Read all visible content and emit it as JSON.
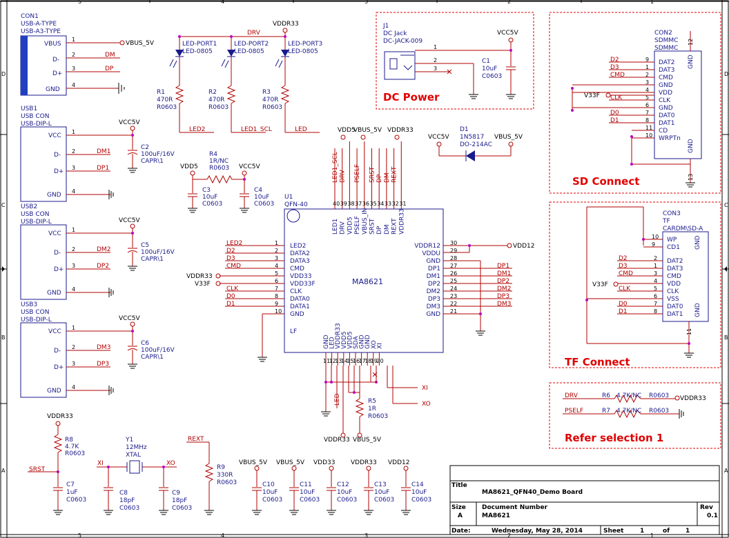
{
  "frame": {
    "cols": [
      "5",
      "4",
      "3",
      "2",
      "1"
    ],
    "rows": [
      "D",
      "C",
      "B",
      "A"
    ]
  },
  "con1": {
    "ref": "CON1",
    "type": "USB-A-TYPE",
    "fp": "USB-A3-TYPE",
    "pins": [
      {
        "n": "1",
        "name": "VBUS",
        "net": "VBUS_5V"
      },
      {
        "n": "2",
        "name": "D-",
        "net": "DM"
      },
      {
        "n": "3",
        "name": "D+",
        "net": "DP"
      },
      {
        "n": "4",
        "name": "GND",
        "net": ""
      }
    ]
  },
  "usb1": {
    "ref": "USB1",
    "type": "USB CON",
    "fp": "USB-DIP-L",
    "vcc": "VCC5V",
    "dm": "DM1",
    "dp": "DP1",
    "cap": {
      "ref": "C2",
      "val": "100uF/16V",
      "fp": "CAPR\\1"
    }
  },
  "usb2": {
    "ref": "USB2",
    "type": "USB CON",
    "fp": "USB-DIP-L",
    "vcc": "VCC5V",
    "dm": "DM2",
    "dp": "DP2",
    "cap": {
      "ref": "C5",
      "val": "100uF/16V",
      "fp": "CAPR\\1"
    }
  },
  "usb3": {
    "ref": "USB3",
    "type": "USB CON",
    "fp": "USB-DIP-L",
    "vcc": "VCC5V",
    "dm": "DM3",
    "dp": "DP3",
    "cap": {
      "ref": "C6",
      "val": "100uF/16V",
      "fp": "CAPR\\1"
    }
  },
  "usbpins": {
    "vcc": "VCC",
    "dm": "D-",
    "dp": "D+",
    "gnd": "GND",
    "n1": "1",
    "n2": "2",
    "n3": "3",
    "n4": "4"
  },
  "leds": {
    "drv": "DRV",
    "vddr": "VDDR33",
    "d1": {
      "ref": "LED-PORT1",
      "fp": "LED-0805"
    },
    "d2": {
      "ref": "LED-PORT2",
      "fp": "LED-0805"
    },
    "d3": {
      "ref": "LED-PORT3",
      "fp": "LED-0805"
    },
    "r1": {
      "ref": "R1",
      "val": "470R",
      "fp": "R0603",
      "net": "LED2"
    },
    "r2": {
      "ref": "R2",
      "val": "470R",
      "fp": "R0603",
      "net": "LED1_SCL"
    },
    "r3": {
      "ref": "R3",
      "val": "470R",
      "fp": "R0603",
      "net": "LED"
    }
  },
  "r4": {
    "ref": "R4",
    "val": "1R/NC",
    "fp": "R0603",
    "left": "VDD5",
    "right": "VCC5V",
    "c3": {
      "ref": "C3",
      "val": "10uF",
      "fp": "C0603"
    },
    "c4": {
      "ref": "C4",
      "val": "10uF",
      "fp": "C0603"
    }
  },
  "u1": {
    "ref": "U1",
    "pkg": "QFN-40",
    "name": "MA8621",
    "top": [
      {
        "n": "40",
        "p": "LED1",
        "net": "LED1_SCL"
      },
      {
        "n": "39",
        "p": "DRV",
        "net": "DRV"
      },
      {
        "n": "38",
        "p": "VDD5",
        "net": ""
      },
      {
        "n": "37",
        "p": "PSELF",
        "net": "PSELF"
      },
      {
        "n": "36",
        "p": "VBUS_IN",
        "net": ""
      },
      {
        "n": "35",
        "p": "SRST",
        "net": "SRST"
      },
      {
        "n": "34",
        "p": "DP",
        "net": "DP"
      },
      {
        "n": "33",
        "p": "DM",
        "net": "DM"
      },
      {
        "n": "32",
        "p": "REXT",
        "net": "REXT"
      },
      {
        "n": "31",
        "p": "VDDR33",
        "net": ""
      }
    ],
    "topnets": {
      "vdd5": "VDD5",
      "vbus": "VBUS_5V",
      "vddr": "VDDR33"
    },
    "left": [
      {
        "n": "1",
        "p": "LED2",
        "net": "LED2"
      },
      {
        "n": "2",
        "p": "DATA2",
        "net": "D2"
      },
      {
        "n": "3",
        "p": "DATA3",
        "net": "D3"
      },
      {
        "n": "4",
        "p": "CMD",
        "net": "CMD"
      },
      {
        "n": "5",
        "p": "VDD33",
        "net": "VDDR33"
      },
      {
        "n": "6",
        "p": "VDD33F",
        "net": "V33F"
      },
      {
        "n": "7",
        "p": "CLK",
        "net": "CLK"
      },
      {
        "n": "8",
        "p": "DATA0",
        "net": "D0"
      },
      {
        "n": "9",
        "p": "DATA1",
        "net": "D1"
      },
      {
        "n": "10",
        "p": "GND",
        "net": ""
      }
    ],
    "lf": "LF",
    "right": [
      {
        "n": "30",
        "p": "VDDR12",
        "net": "VDD12"
      },
      {
        "n": "29",
        "p": "VDDU",
        "net": ""
      },
      {
        "n": "28",
        "p": "GND",
        "net": ""
      },
      {
        "n": "27",
        "p": "DP1",
        "net": "DP1"
      },
      {
        "n": "26",
        "p": "DM1",
        "net": "DM1"
      },
      {
        "n": "25",
        "p": "DP2",
        "net": "DP2"
      },
      {
        "n": "24",
        "p": "DM2",
        "net": "DM2"
      },
      {
        "n": "23",
        "p": "DP3",
        "net": "DP3"
      },
      {
        "n": "22",
        "p": "DM3",
        "net": "DM3"
      },
      {
        "n": "21",
        "p": "GND",
        "net": ""
      }
    ],
    "bottom": [
      {
        "n": "11",
        "p": "GND"
      },
      {
        "n": "12",
        "p": "LED"
      },
      {
        "n": "13",
        "p": "VDDR33"
      },
      {
        "n": "14",
        "p": "VDD5"
      },
      {
        "n": "15",
        "p": "VDD5"
      },
      {
        "n": "16",
        "p": "SDA"
      },
      {
        "n": "17",
        "p": "GND"
      },
      {
        "n": "18",
        "p": "GND"
      },
      {
        "n": "19",
        "p": "XO"
      },
      {
        "n": "20",
        "p": "XI"
      }
    ],
    "botnets": {
      "led": "LED",
      "xi": "XI",
      "xo": "XO",
      "vddr": "VDDR33",
      "vbus": "VBUS_5V",
      "r5": {
        "ref": "R5",
        "val": "1R",
        "fp": "R0603"
      }
    }
  },
  "dc": {
    "title": "DC Power",
    "ref": "J1",
    "type": "DC Jack",
    "fp": "DC-JACK-009",
    "vcc": "VCC5V",
    "c1": {
      "ref": "C1",
      "val": "10uF",
      "fp": "C0603"
    },
    "p1": "1",
    "p2": "2",
    "p3": "3"
  },
  "d1": {
    "ref": "D1",
    "val": "1N5817",
    "fp": "DO-214AC",
    "left": "VCC5V",
    "right": "VBUS_5V"
  },
  "sd": {
    "title": "SD Connect",
    "ref": "CON2",
    "type": "SDMMC",
    "fp": "SDMMC",
    "v33f": "V33F",
    "pins": [
      {
        "n": "9",
        "p": "DAT2",
        "net": "D2"
      },
      {
        "n": "1",
        "p": "DAT3",
        "net": "D3"
      },
      {
        "n": "2",
        "p": "CMD",
        "net": "CMD"
      },
      {
        "n": "3",
        "p": "GND",
        "net": ""
      },
      {
        "n": "4",
        "p": "VDD",
        "net": ""
      },
      {
        "n": "5",
        "p": "CLK",
        "net": "CLK"
      },
      {
        "n": "6",
        "p": "GND",
        "net": ""
      },
      {
        "n": "7",
        "p": "DAT0",
        "net": "D0"
      },
      {
        "n": "8",
        "p": "DAT1",
        "net": "D1"
      },
      {
        "n": "11",
        "p": "CD",
        "net": ""
      },
      {
        "n": "10",
        "p": "WRPTn",
        "net": ""
      }
    ],
    "gnd1": "GND",
    "gnd2": "GND",
    "n12": "12",
    "n13": "13"
  },
  "tf": {
    "title": "TF Connect",
    "ref": "CON3",
    "type": "TF",
    "fp": "CARDM\\SD-A",
    "v33f": "V33F",
    "top": [
      {
        "n": "10",
        "p": "WP"
      },
      {
        "n": "9",
        "p": "CD1"
      }
    ],
    "pins": [
      {
        "n": "2",
        "p": "DAT2",
        "net": "D2"
      },
      {
        "n": "1",
        "p": "DAT3",
        "net": "D3"
      },
      {
        "n": "3",
        "p": "CMD",
        "net": "CMD"
      },
      {
        "n": "4",
        "p": "VDD",
        "net": ""
      },
      {
        "n": "5",
        "p": "CLK",
        "net": "CLK"
      },
      {
        "n": "6",
        "p": "VSS",
        "net": ""
      },
      {
        "n": "7",
        "p": "DAT0",
        "net": "D0"
      },
      {
        "n": "8",
        "p": "DAT1",
        "net": "D1"
      }
    ],
    "gnd1": "GND",
    "gnd2": "GND",
    "n11": "11"
  },
  "refsel": {
    "title": "Refer selection 1",
    "r6": {
      "ref": "R6",
      "val": "4.7K/NC",
      "fp": "R0603",
      "net": "DRV",
      "to": "VDDR33"
    },
    "r7": {
      "ref": "R7",
      "val": "4.7K/NC",
      "fp": "R0603",
      "net": "PSELF"
    }
  },
  "bottomleft": {
    "vddr": "VDDR33",
    "r8": {
      "ref": "R8",
      "val": "4.7K",
      "fp": "R0603"
    },
    "srst": "SRST",
    "c7": {
      "ref": "C7",
      "val": "1uF",
      "fp": "C0603"
    },
    "y1": {
      "ref": "Y1",
      "val": "12MHz",
      "fp": "XTAL"
    },
    "xi": "XI",
    "xo": "XO",
    "c8": {
      "ref": "C8",
      "val": "18pF",
      "fp": "C0603"
    },
    "c9": {
      "ref": "C9",
      "val": "18pF",
      "fp": "C0603"
    },
    "rext": "REXT",
    "r9": {
      "ref": "R9",
      "val": "330R",
      "fp": "R0603"
    }
  },
  "decaps": [
    {
      "net": "VBUS_5V",
      "ref": "C10",
      "val": "10uF",
      "fp": "C0603"
    },
    {
      "net": "VBUS_5V",
      "ref": "C11",
      "val": "10uF",
      "fp": "C0603"
    },
    {
      "net": "VDD33",
      "ref": "C12",
      "val": "10uF",
      "fp": "C0603"
    },
    {
      "net": "VDDR33",
      "ref": "C13",
      "val": "10uF",
      "fp": "C0603"
    },
    {
      "net": "VDD12",
      "ref": "C14",
      "val": "10uF",
      "fp": "C0603"
    }
  ],
  "titleblock": {
    "title_label": "Title",
    "title": "MA8621_QFN40_Demo Board",
    "size_label": "Size",
    "size": "A",
    "doc_label": "Document Number",
    "doc": "MA8621",
    "rev_label": "Rev",
    "rev": "0.1",
    "date_label": "Date:",
    "date": "Wednesday, May 28, 2014",
    "sheet_label": "Sheet",
    "sheet": "1",
    "of_label": "of",
    "of": "1"
  },
  "colors": {
    "wire": "#b00000",
    "part": "#1a1a8c",
    "section": "#e00000",
    "junction": "#c000c0"
  }
}
